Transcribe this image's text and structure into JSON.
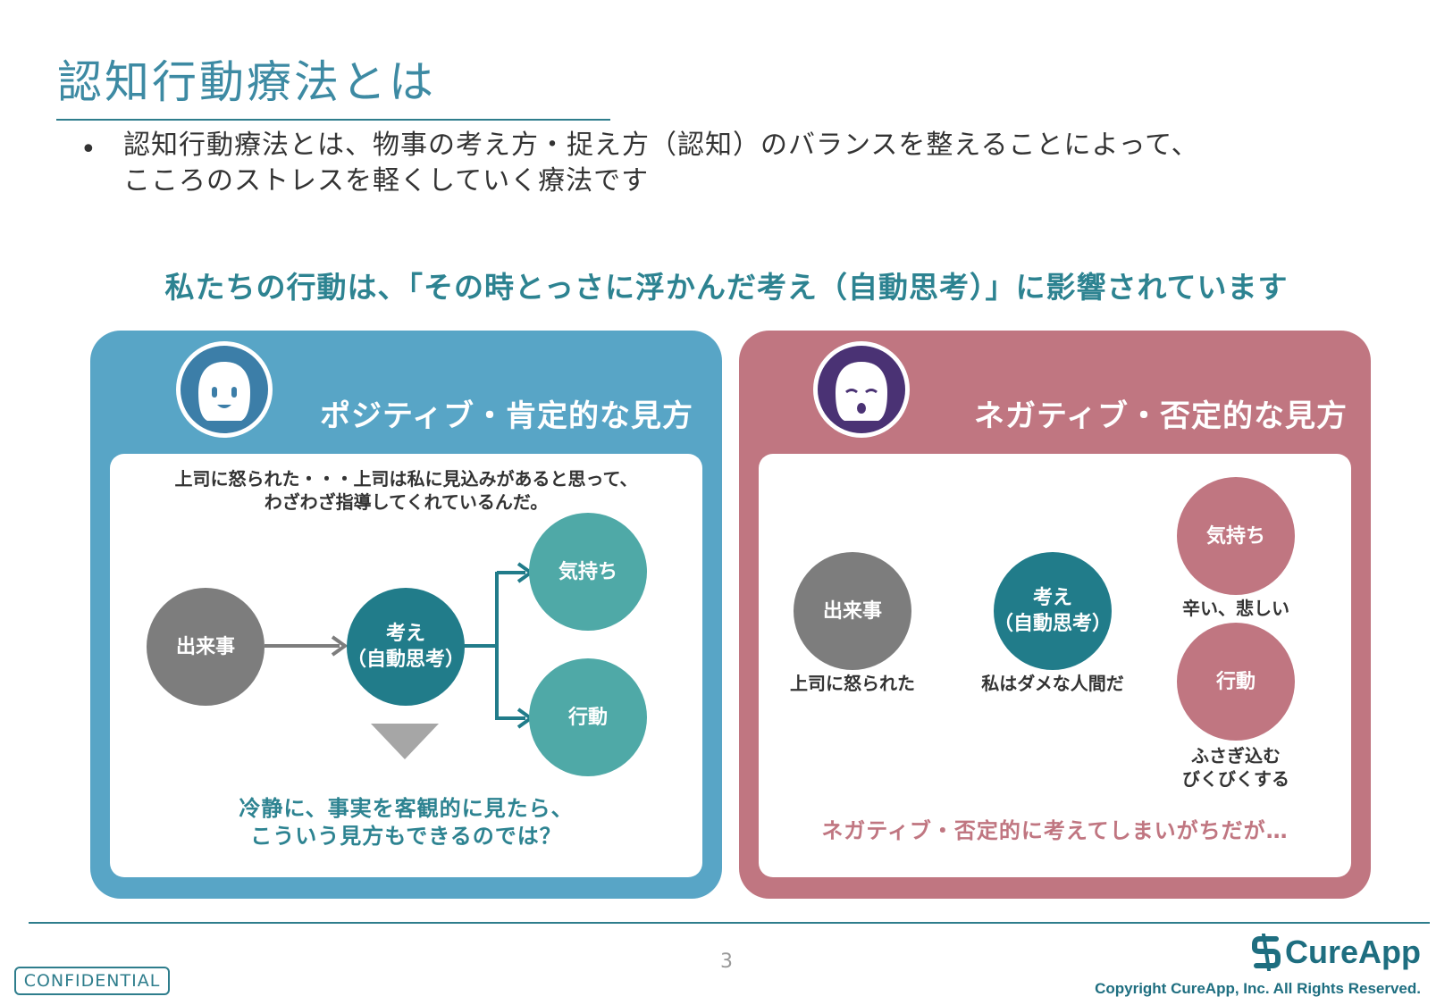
{
  "slide": {
    "title": "認知行動療法とは",
    "bullet_line1": "認知行動療法とは、物事の考え方・捉え方（認知）のバランスを整えることによって、",
    "bullet_line2": "こころのストレスを軽くしていく療法です",
    "headline": "私たちの行動は、「その時とっさに浮かんだ考え（自動思考）」に影響されています"
  },
  "positive": {
    "title": "ポジティブ・肯定的な見方",
    "example_line1": "上司に怒られた・・・上司は私に見込みがあると思って、",
    "example_line2": "わざわざ指導してくれているんだ。",
    "event": "出来事",
    "thought_line1": "考え",
    "thought_line2": "（自動思考）",
    "feeling": "気持ち",
    "action": "行動",
    "conclusion_line1": "冷静に、事実を客観的に見たら、",
    "conclusion_line2": "こういう見方もできるのでは？"
  },
  "negative": {
    "title": "ネガティブ・否定的な見方",
    "event": "出来事",
    "event_caption": "上司に怒られた",
    "thought_line1": "考え",
    "thought_line2": "（自動思考）",
    "thought_caption": "私はダメな人間だ",
    "feeling": "気持ち",
    "feeling_caption": "辛い、悲しい",
    "action": "行動",
    "action_caption_line1": "ふさぎ込む",
    "action_caption_line2": "びくびくする",
    "conclusion": "ネガティブ・否定的に考えてしまいがちだが…"
  },
  "footer": {
    "page_number": "3",
    "confidential": "CONFIDENTIAL",
    "logo": "CureApp",
    "copyright": "Copyright CureApp, Inc. All Rights Reserved."
  },
  "colors": {
    "accent": "#2e7d8c",
    "positive_panel": "#58a5c6",
    "negative_panel": "#c07681",
    "thought": "#217c8a",
    "event": "#7d7d7d"
  }
}
